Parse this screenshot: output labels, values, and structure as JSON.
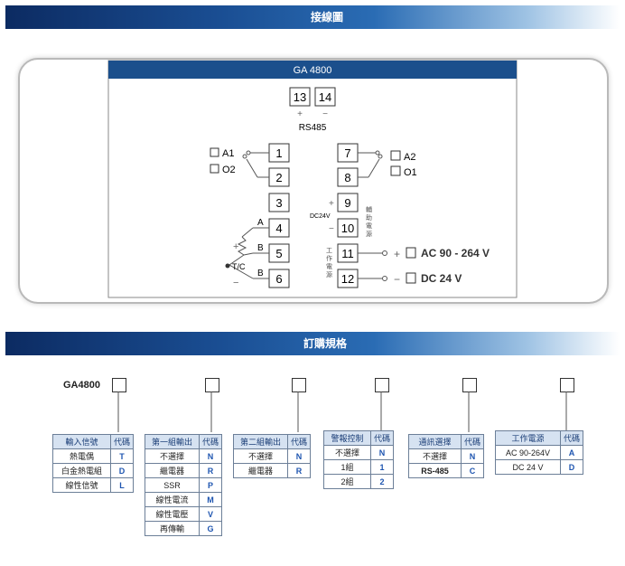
{
  "sections": {
    "wiring_title": "接線圖",
    "order_title": "訂購規格"
  },
  "diagram": {
    "model": "GA 4800",
    "rs485": {
      "t13": "13",
      "t14": "14",
      "plus": "+",
      "minus": "−",
      "label": "RS485"
    },
    "left_terms": [
      "1",
      "2",
      "3",
      "4",
      "5",
      "6"
    ],
    "right_terms": [
      "7",
      "8",
      "9",
      "10",
      "11",
      "12"
    ],
    "alarm_left": [
      "A1",
      "O2"
    ],
    "alarm_right": [
      "A2",
      "O1"
    ],
    "aux_label": "DC24V",
    "aux_side": "輔助電源",
    "work_side": "工作電源",
    "power": [
      "AC 90 - 264 V",
      "DC 24 V"
    ],
    "rtd": {
      "a": "A",
      "b": "B",
      "b2": "B",
      "plus": "+",
      "minus": "−",
      "tc": "T/C"
    }
  },
  "order": {
    "model": "GA4800",
    "tables": [
      {
        "header": [
          "輸入信號",
          "代碼"
        ],
        "rows": [
          [
            "熱電偶",
            "T"
          ],
          [
            "白金熱電組",
            "D"
          ],
          [
            "線性信號",
            "L"
          ]
        ]
      },
      {
        "header": [
          "第一組輸出",
          "代碼"
        ],
        "rows": [
          [
            "不選擇",
            "N"
          ],
          [
            "繼電器",
            "R"
          ],
          [
            "SSR",
            "P"
          ],
          [
            "線性電流",
            "M"
          ],
          [
            "線性電壓",
            "V"
          ],
          [
            "再傳輸",
            "G"
          ]
        ]
      },
      {
        "header": [
          "第二組輸出",
          "代碼"
        ],
        "rows": [
          [
            "不選擇",
            "N"
          ],
          [
            "繼電器",
            "R"
          ]
        ]
      },
      {
        "header": [
          "警報控制",
          "代碼"
        ],
        "rows": [
          [
            "不選擇",
            "N"
          ],
          [
            "1組",
            "1"
          ],
          [
            "2組",
            "2"
          ]
        ]
      },
      {
        "header": [
          "通訊選擇",
          "代碼"
        ],
        "rows": [
          [
            "不選擇",
            "N"
          ],
          [
            "RS-485",
            "C"
          ]
        ]
      },
      {
        "header": [
          "工作電源",
          "代碼"
        ],
        "rows": [
          [
            "AC 90-264V",
            "A"
          ],
          [
            "DC 24 V",
            "D"
          ]
        ]
      }
    ]
  }
}
